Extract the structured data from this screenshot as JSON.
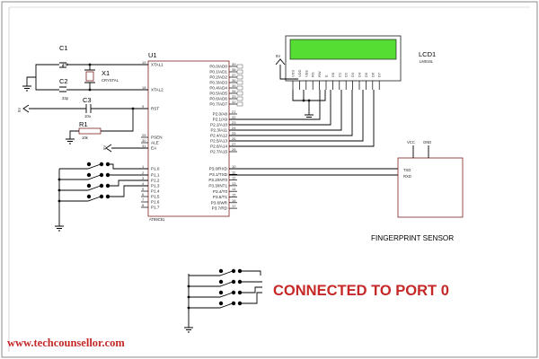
{
  "components": {
    "c1": {
      "ref": "C1",
      "value": "33p"
    },
    "c2": {
      "ref": "C2",
      "value": "33p"
    },
    "c3": {
      "ref": "C3",
      "value": "10u"
    },
    "r1": {
      "ref": "R1",
      "value": "10k"
    },
    "x1": {
      "ref": "X1",
      "value": "CRYSTAL"
    },
    "supply": "5V"
  },
  "mcu": {
    "ref": "U1",
    "part": "AT89C51",
    "left_pins": [
      {
        "no": "19",
        "label": "XTAL1"
      },
      {
        "no": "18",
        "label": "XTAL2"
      },
      {
        "no": "9",
        "label": "RST"
      },
      {
        "no": "29",
        "label": "PSEN"
      },
      {
        "no": "30",
        "label": "ALE"
      },
      {
        "no": "31",
        "label": "EA"
      },
      {
        "no": "1",
        "label": "P1.0"
      },
      {
        "no": "2",
        "label": "P1.1"
      },
      {
        "no": "3",
        "label": "P1.2"
      },
      {
        "no": "4",
        "label": "P1.3"
      },
      {
        "no": "5",
        "label": "P1.4"
      },
      {
        "no": "6",
        "label": "P1.5"
      },
      {
        "no": "7",
        "label": "P1.6"
      },
      {
        "no": "8",
        "label": "P1.7"
      }
    ],
    "right_pins": [
      {
        "no": "39",
        "label": "P0.0/AD0"
      },
      {
        "no": "38",
        "label": "P0.1/AD1"
      },
      {
        "no": "37",
        "label": "P0.2/AD2"
      },
      {
        "no": "36",
        "label": "P0.3/AD3"
      },
      {
        "no": "35",
        "label": "P0.4/AD4"
      },
      {
        "no": "34",
        "label": "P0.5/AD5"
      },
      {
        "no": "33",
        "label": "P0.6/AD6"
      },
      {
        "no": "32",
        "label": "P0.7/AD7"
      },
      {
        "no": "21",
        "label": "P2.0/A8"
      },
      {
        "no": "22",
        "label": "P2.1/A9"
      },
      {
        "no": "23",
        "label": "P2.2/A10"
      },
      {
        "no": "24",
        "label": "P2.3/A11"
      },
      {
        "no": "25",
        "label": "P2.4/A12"
      },
      {
        "no": "26",
        "label": "P2.5/A13"
      },
      {
        "no": "27",
        "label": "P2.6/A14"
      },
      {
        "no": "28",
        "label": "P2.7/A15"
      },
      {
        "no": "10",
        "label": "P3.0/RXD"
      },
      {
        "no": "11",
        "label": "P3.1/TXD"
      },
      {
        "no": "12",
        "label": "P3.2/INT0"
      },
      {
        "no": "13",
        "label": "P3.3/INT1"
      },
      {
        "no": "14",
        "label": "P3.4/T0"
      },
      {
        "no": "15",
        "label": "P3.5/T1"
      },
      {
        "no": "16",
        "label": "P3.6/WR"
      },
      {
        "no": "17",
        "label": "P3.7/RD"
      }
    ]
  },
  "lcd": {
    "ref": "LCD1",
    "part": "LM016L",
    "pins": [
      "VSS",
      "VDD",
      "VEE",
      "RS",
      "RW",
      "E",
      "D0",
      "D1",
      "D2",
      "D3",
      "D4",
      "D5",
      "D6",
      "D7"
    ],
    "screen_color": "#55dd33"
  },
  "sensor": {
    "pins": {
      "vcc": "VCC",
      "gnd": "GND",
      "txd": "TXD",
      "rxd": "RXD"
    },
    "label": "FINGERPRINT SENSOR"
  },
  "callout": "CONNECTED TO PORT 0",
  "footer_url": "www.techcounsellor.com",
  "colors": {
    "accent_red": "#c62828",
    "component_outline": "#7a2020",
    "wire": "#000000"
  }
}
